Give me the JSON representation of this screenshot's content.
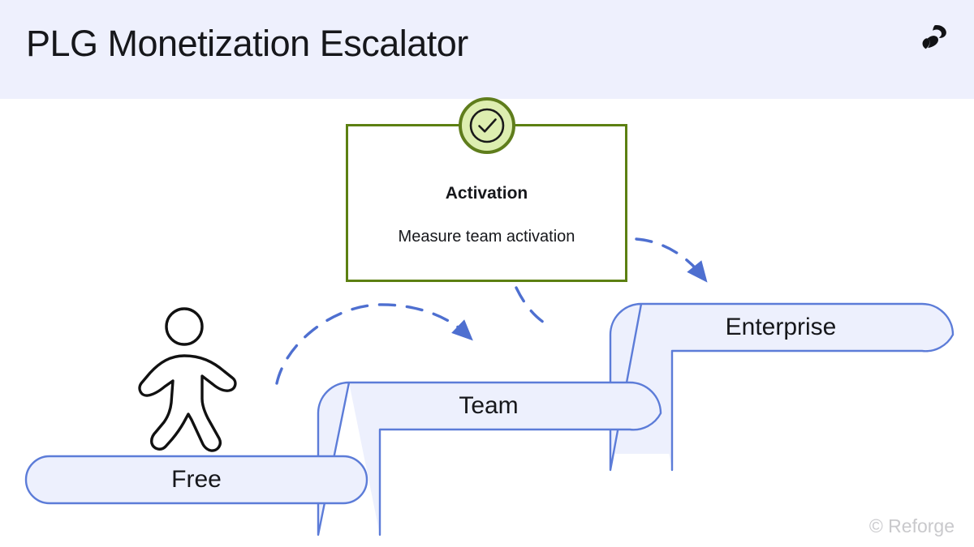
{
  "header": {
    "title": "PLG Monetization Escalator",
    "band_color": "#eef0fd",
    "logo_icon": "reforge-logo-icon"
  },
  "diagram": {
    "type": "escalator-stairs",
    "accent_color": "#5c7cd8",
    "step_fill": "#edf0fd",
    "steps": [
      {
        "id": "free",
        "label": "Free",
        "level": 1
      },
      {
        "id": "team",
        "label": "Team",
        "level": 2
      },
      {
        "id": "enterprise",
        "label": "Enterprise",
        "level": 3
      }
    ],
    "actor": {
      "icon": "walking-person-icon",
      "stroke_color": "#111111"
    },
    "arrows": [
      {
        "id": "arrow-free-to-team",
        "from": "free",
        "to": "team",
        "style": "dashed-curved",
        "color": "#4e6fd0"
      },
      {
        "id": "arrow-team-to-enterprise",
        "from": "callout",
        "to": "enterprise",
        "style": "dashed-curved",
        "color": "#4e6fd0"
      }
    ]
  },
  "callout": {
    "title": "Activation",
    "subtitle": "Measure team activation",
    "border_color": "#5c8012",
    "badge": {
      "icon": "check-circle-icon",
      "fill_color": "#ddeeb0",
      "ring_color": "#5f7d1c",
      "glyph_color": "#1a1a1a"
    }
  },
  "footer": {
    "credit": "© Reforge",
    "color": "#c9c9cc"
  }
}
